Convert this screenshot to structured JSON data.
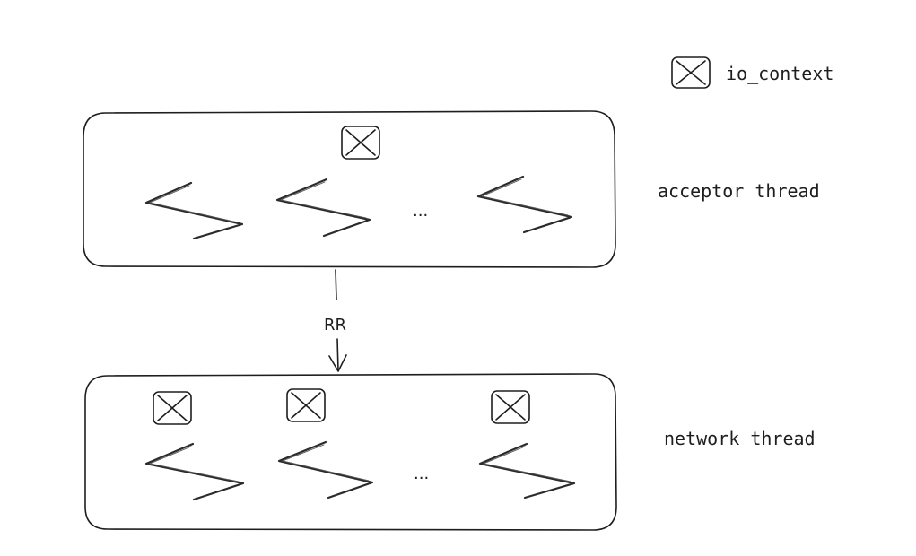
{
  "legend": {
    "icon": "io-context-icon",
    "label": "io_context"
  },
  "groups": [
    {
      "label": "acceptor thread",
      "ellipsis": "...",
      "icons": [
        "io-context-icon"
      ],
      "threads": [
        "thread-icon",
        "thread-icon",
        "thread-icon"
      ]
    },
    {
      "label": "network thread",
      "ellipsis": "...",
      "icons": [
        "io-context-icon",
        "io-context-icon",
        "io-context-icon"
      ],
      "threads": [
        "thread-icon",
        "thread-icon",
        "thread-icon"
      ]
    }
  ],
  "connector": {
    "label": "RR"
  },
  "colors": {
    "ink": "#1e1e1e",
    "background": "#ffffff"
  }
}
